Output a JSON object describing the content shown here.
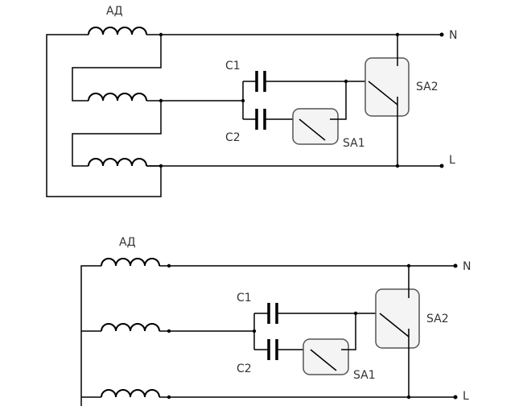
{
  "diagram_top": {
    "motor_label": "АД",
    "cap1_label": "C1",
    "cap2_label": "C2",
    "switch1_label": "SA1",
    "switch2_label": "SA2",
    "neutral_label": "N",
    "line_label": "L"
  },
  "diagram_bottom": {
    "motor_label": "АД",
    "cap1_label": "C1",
    "cap2_label": "C2",
    "switch1_label": "SA1",
    "switch2_label": "SA2",
    "neutral_label": "N",
    "line_label": "L"
  }
}
